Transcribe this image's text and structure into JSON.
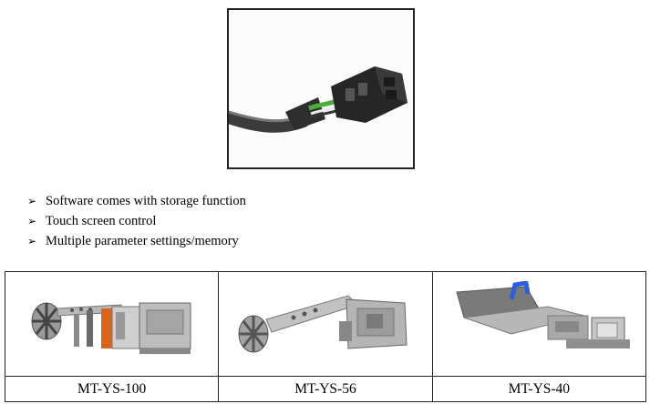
{
  "features": [
    {
      "bullet": "arrowhead-icon",
      "text": "Software comes with storage function"
    },
    {
      "bullet": "arrowhead-icon",
      "text": "Touch screen control"
    },
    {
      "bullet": "arrowhead-icon",
      "text": "Multiple parameter settings/memory"
    }
  ],
  "models": [
    {
      "name": "MT-YS-100",
      "image": "feeder-photo"
    },
    {
      "name": "MT-YS-56",
      "image": "feeder-photo"
    },
    {
      "name": "MT-YS-40",
      "image": "feeder-photo"
    }
  ],
  "colors": {
    "border": "#222222",
    "cable": "#3b3b3b",
    "wire_green": "#4caf3a",
    "accent_blue": "#2b5fd9",
    "accent_orange": "#d9661f"
  }
}
